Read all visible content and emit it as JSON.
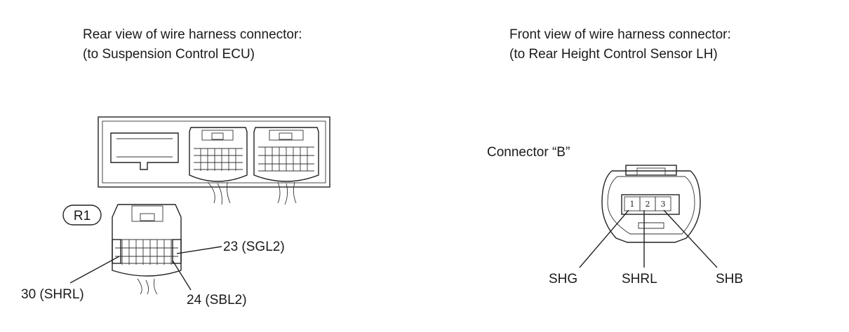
{
  "left_view": {
    "title_line1": "Rear view of wire harness connector:",
    "title_line2": "(to Suspension Control ECU)",
    "connector_tag": "R1",
    "pins": [
      {
        "label": "23 (SGL2)"
      },
      {
        "label": "30 (SHRL)"
      },
      {
        "label": "24 (SBL2)"
      }
    ]
  },
  "right_view": {
    "title_line1": "Front view of wire harness connector:",
    "title_line2": "(to Rear Height Control Sensor LH)",
    "connector_label": "Connector “B”",
    "pin_numbers": [
      "1",
      "2",
      "3"
    ],
    "pins": [
      {
        "label": "SHG"
      },
      {
        "label": "SHRL"
      },
      {
        "label": "SHB"
      }
    ]
  }
}
